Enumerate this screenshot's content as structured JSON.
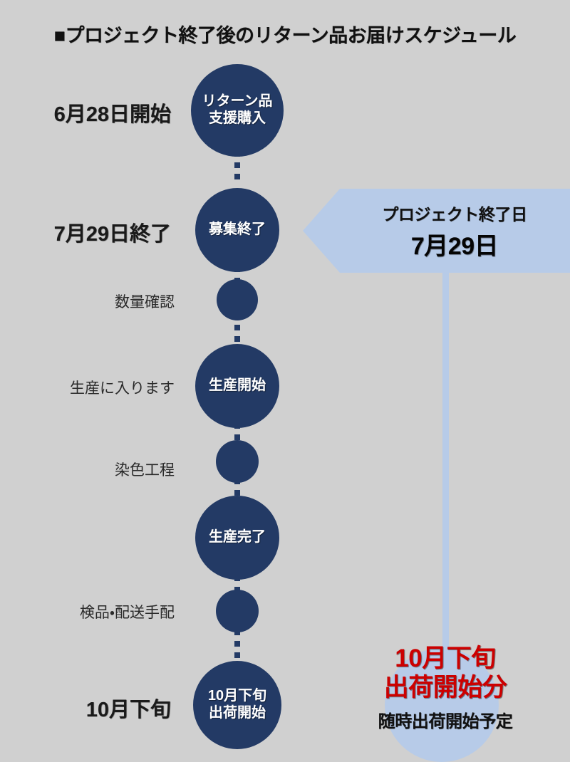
{
  "title": "■プロジェクト終了後のリターン品お届けスケジュール",
  "colors": {
    "background": "#d0d0d0",
    "node_navy": "#233a65",
    "callout_blue": "#b7cbe8",
    "highlight_red": "#cc0000",
    "text_dark": "#111111"
  },
  "timeline": {
    "steps": [
      {
        "side_label": "6月28日開始",
        "side_label_style": "strong",
        "node_label": "リターン品\n支援購入",
        "node_size": "lg"
      },
      {
        "side_label": "7月29日終了",
        "side_label_style": "strong",
        "node_label": "募集終了",
        "node_size": "md"
      },
      {
        "side_label": "数量確認",
        "side_label_style": "light",
        "node_label": "",
        "node_size": "sm"
      },
      {
        "side_label": "生産に入ります",
        "side_label_style": "light",
        "node_label": "生産開始",
        "node_size": "md"
      },
      {
        "side_label": "染色工程",
        "side_label_style": "light",
        "node_label": "",
        "node_size": "sm"
      },
      {
        "side_label": "",
        "side_label_style": "light",
        "node_label": "生産完了",
        "node_size": "md"
      },
      {
        "side_label": "検品・配送手配",
        "side_label_style": "light",
        "node_label": "",
        "node_size": "sm"
      },
      {
        "side_label": "10月下旬",
        "side_label_style": "strong",
        "node_label": "10月下旬\n出荷開始",
        "node_size": "lg"
      }
    ]
  },
  "callout": {
    "line1": "プロジェクト終了日",
    "line2": "7月29日"
  },
  "bottom_note": {
    "red_line1": "10月下旬",
    "red_line2": "出荷開始分",
    "sub_line": "随時出荷開始予定"
  }
}
